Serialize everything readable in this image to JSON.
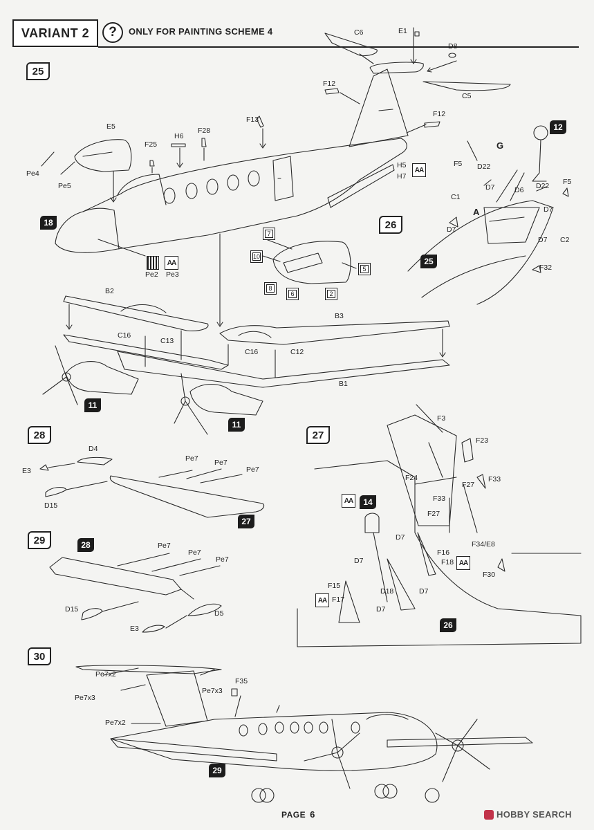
{
  "header": {
    "variant_label": "VARIANT 2",
    "help_symbol": "?",
    "note": "ONLY FOR PAINTING SCHEME 4"
  },
  "steps": {
    "s25": "25",
    "s26": "26",
    "s27": "27",
    "s28": "28",
    "s29": "29",
    "s30": "30"
  },
  "refs": {
    "r12": "12",
    "r18": "18",
    "r26": "26",
    "r25": "25",
    "r11a": "11",
    "r11b": "11",
    "r27": "27",
    "r14": "14",
    "r28": "28",
    "r26b": "26",
    "r29": "29"
  },
  "parts": {
    "C6": "C6",
    "E1": "E1",
    "D8": "D8",
    "C5": "C5",
    "F12a": "F12",
    "F12b": "F12",
    "E5": "E5",
    "F13": "F13",
    "H6": "H6",
    "F28": "F28",
    "F25": "F25",
    "Pe4": "Pe4",
    "Pe5": "Pe5",
    "H5": "H5",
    "H7": "H7",
    "Pe2": "Pe2",
    "Pe3": "Pe3",
    "G": "G",
    "F5a": "F5",
    "D22a": "D22",
    "D7a": "D7",
    "D6": "D6",
    "D22b": "D22",
    "F5b": "F5",
    "C1": "C1",
    "A": "A",
    "D7b": "D7",
    "D7c": "D7",
    "D7d": "D7",
    "C2": "C2",
    "F32": "F32",
    "B2": "B2",
    "B3": "B3",
    "C16a": "C16",
    "C13": "C13",
    "C16b": "C16",
    "C12": "C12",
    "B1": "B1",
    "D4": "D4",
    "E3a": "E3",
    "Pe7a": "Pe7",
    "Pe7b": "Pe7",
    "Pe7c": "Pe7",
    "D15a": "D15",
    "Pe7d": "Pe7",
    "Pe7e": "Pe7",
    "Pe7f": "Pe7",
    "D15b": "D15",
    "D5": "D5",
    "E3b": "E3",
    "F3": "F3",
    "F23": "F23",
    "F24": "F24",
    "F27a": "F27",
    "F33a": "F33",
    "F33b": "F33",
    "F27b": "F27",
    "F34E8": "F34/E8",
    "D7e": "D7",
    "F16": "F16",
    "F18": "F18",
    "D7f": "D7",
    "D18": "D18",
    "D7g": "D7",
    "F15": "F15",
    "F17": "F17",
    "D7h": "D7",
    "F30": "F30",
    "Pe7x2a": "Pe7x2",
    "Pe7x3a": "Pe7x3",
    "Pe7x3b": "Pe7x3",
    "Pe7x2b": "Pe7x2",
    "F35": "F35"
  },
  "paint_markers": {
    "m7": "7",
    "m10": "10",
    "m5": "5",
    "m8": "8",
    "m6": "6",
    "m2": "2"
  },
  "aa_symbol": "AA",
  "footer": {
    "page_label": "PAGE",
    "page_number": "6",
    "watermark": "HOBBY SEARCH"
  }
}
